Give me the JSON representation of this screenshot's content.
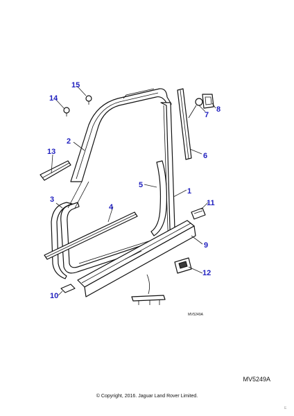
{
  "callouts": {
    "c1": "1",
    "c2": "2",
    "c3": "3",
    "c4": "4",
    "c5": "5",
    "c6": "6",
    "c7": "7",
    "c8": "8",
    "c9": "9",
    "c10": "10",
    "c11": "11",
    "c12": "12",
    "c13": "13",
    "c14": "14",
    "c15": "15"
  },
  "figure_ref_small": "MV5249A",
  "figure_ref": "MV5249A",
  "copyright": "© Copyright, 2016. Jaguar Land Rover Limited.",
  "corner_mark": "E",
  "colors": {
    "callout": "#1f1fbf",
    "line": "#111111"
  }
}
